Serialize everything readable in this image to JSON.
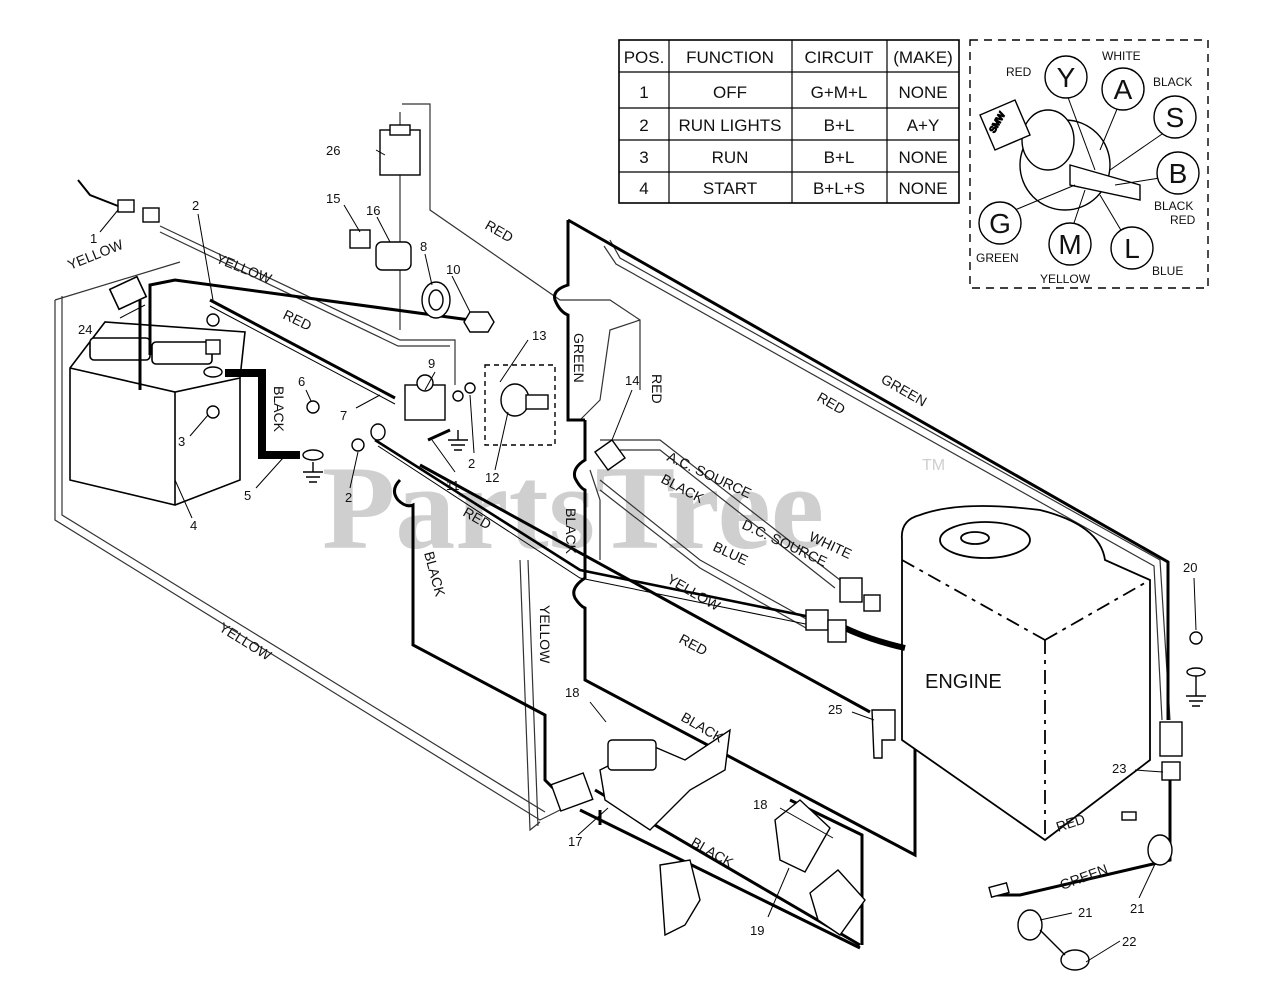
{
  "watermark": {
    "text": "PartsTree",
    "tm": "TM"
  },
  "table": {
    "headers": [
      "POS.",
      "FUNCTION",
      "CIRCUIT",
      "(MAKE)"
    ],
    "rows": [
      [
        "1",
        "OFF",
        "G+M+L",
        "NONE"
      ],
      [
        "2",
        "RUN LIGHTS",
        "B+L",
        "A+Y"
      ],
      [
        "3",
        "RUN",
        "B+L",
        "NONE"
      ],
      [
        "4",
        "START",
        "B+L+S",
        "NONE"
      ]
    ]
  },
  "switch_inset": {
    "terminals": [
      "Y",
      "A",
      "S",
      "B",
      "G",
      "M",
      "L"
    ],
    "labels": {
      "red": "RED",
      "white": "WHITE",
      "black": "BLACK",
      "black_red_1": "BLACK",
      "black_red_2": "RED",
      "green": "GREEN",
      "yellow": "YELLOW",
      "blue": "BLUE"
    },
    "key_text": "SMW"
  },
  "wire_labels": {
    "yellow_1": "YELLOW",
    "yellow_2": "YELLOW",
    "yellow_3": "YELLOW",
    "yellow_4": "YELLOW",
    "yellow_5": "YELLOW",
    "red_1": "RED",
    "red_2": "RED",
    "red_3": "RED",
    "red_4": "RED",
    "red_5": "RED",
    "red_6": "RED",
    "red_7": "RED",
    "black_1": "BLACK",
    "black_2": "BLACK",
    "black_3": "BLACK",
    "black_4": "BLACK",
    "black_5": "BLACK",
    "black_6": "BLACK",
    "green_1": "GREEN",
    "green_2": "GREEN",
    "green_3": "GREEN",
    "ac_source": "A.C. SOURCE",
    "dc_source": "D.C. SOURCE",
    "white": "WHITE",
    "blue": "BLUE"
  },
  "engine_label": "ENGINE",
  "part_numbers": {
    "p1": "1",
    "p2a": "2",
    "p2b": "2",
    "p2c": "2",
    "p3": "3",
    "p4": "4",
    "p5": "5",
    "p6": "6",
    "p7": "7",
    "p8": "8",
    "p9": "9",
    "p10": "10",
    "p11": "11",
    "p12": "12",
    "p13": "13",
    "p14": "14",
    "p15": "15",
    "p16": "16",
    "p17": "17",
    "p18a": "18",
    "p18b": "18",
    "p19": "19",
    "p20": "20",
    "p21a": "21",
    "p21b": "21",
    "p22": "22",
    "p23": "23",
    "p24": "24",
    "p25": "25",
    "p26": "26"
  }
}
